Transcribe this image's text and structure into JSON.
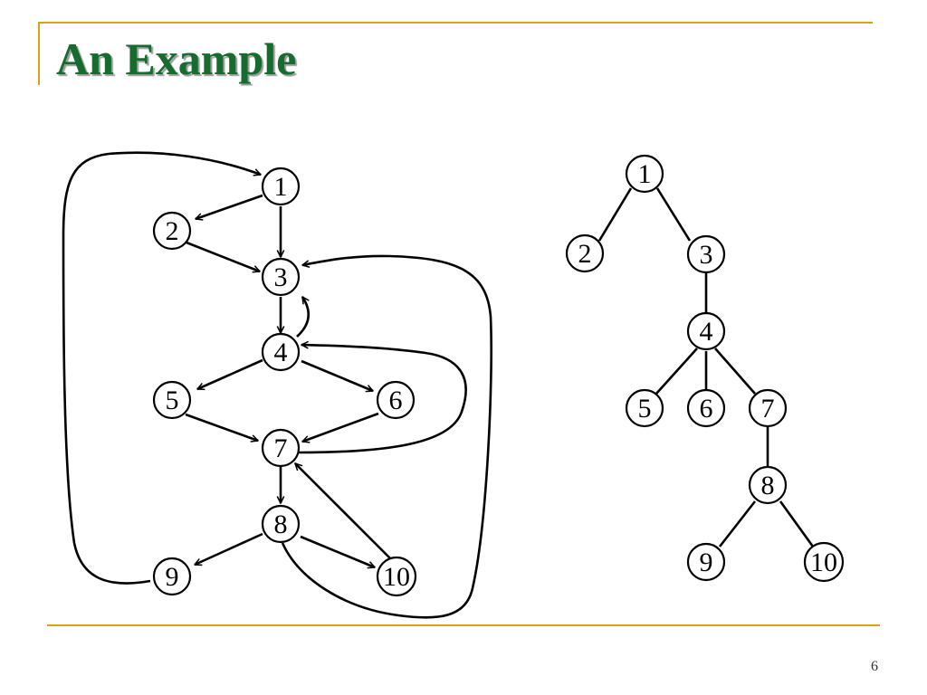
{
  "slide": {
    "title": "An Example",
    "page_number": "6",
    "accent_color": "#D9A21B",
    "title_color": "#166B2E"
  },
  "graph": {
    "nodes": [
      {
        "id": "1",
        "label": "1"
      },
      {
        "id": "2",
        "label": "2"
      },
      {
        "id": "3",
        "label": "3"
      },
      {
        "id": "4",
        "label": "4"
      },
      {
        "id": "5",
        "label": "5"
      },
      {
        "id": "6",
        "label": "6"
      },
      {
        "id": "7",
        "label": "7"
      },
      {
        "id": "8",
        "label": "8"
      },
      {
        "id": "9",
        "label": "9"
      },
      {
        "id": "10",
        "label": "10"
      }
    ],
    "edges": [
      {
        "from": "1",
        "to": "2"
      },
      {
        "from": "1",
        "to": "3"
      },
      {
        "from": "2",
        "to": "3"
      },
      {
        "from": "3",
        "to": "4"
      },
      {
        "from": "4",
        "to": "3"
      },
      {
        "from": "4",
        "to": "5"
      },
      {
        "from": "4",
        "to": "6"
      },
      {
        "from": "5",
        "to": "7"
      },
      {
        "from": "6",
        "to": "7"
      },
      {
        "from": "7",
        "to": "4"
      },
      {
        "from": "7",
        "to": "8"
      },
      {
        "from": "8",
        "to": "9"
      },
      {
        "from": "8",
        "to": "10"
      },
      {
        "from": "10",
        "to": "7"
      },
      {
        "from": "9",
        "to": "1"
      },
      {
        "from": "8",
        "to": "3"
      }
    ]
  },
  "tree": {
    "nodes": [
      {
        "id": "1",
        "label": "1"
      },
      {
        "id": "2",
        "label": "2"
      },
      {
        "id": "3",
        "label": "3"
      },
      {
        "id": "4",
        "label": "4"
      },
      {
        "id": "5",
        "label": "5"
      },
      {
        "id": "6",
        "label": "6"
      },
      {
        "id": "7",
        "label": "7"
      },
      {
        "id": "8",
        "label": "8"
      },
      {
        "id": "9",
        "label": "9"
      },
      {
        "id": "10",
        "label": "10"
      }
    ],
    "edges": [
      {
        "from": "1",
        "to": "2"
      },
      {
        "from": "1",
        "to": "3"
      },
      {
        "from": "3",
        "to": "4"
      },
      {
        "from": "4",
        "to": "5"
      },
      {
        "from": "4",
        "to": "6"
      },
      {
        "from": "4",
        "to": "7"
      },
      {
        "from": "7",
        "to": "8"
      },
      {
        "from": "8",
        "to": "9"
      },
      {
        "from": "8",
        "to": "10"
      }
    ]
  }
}
